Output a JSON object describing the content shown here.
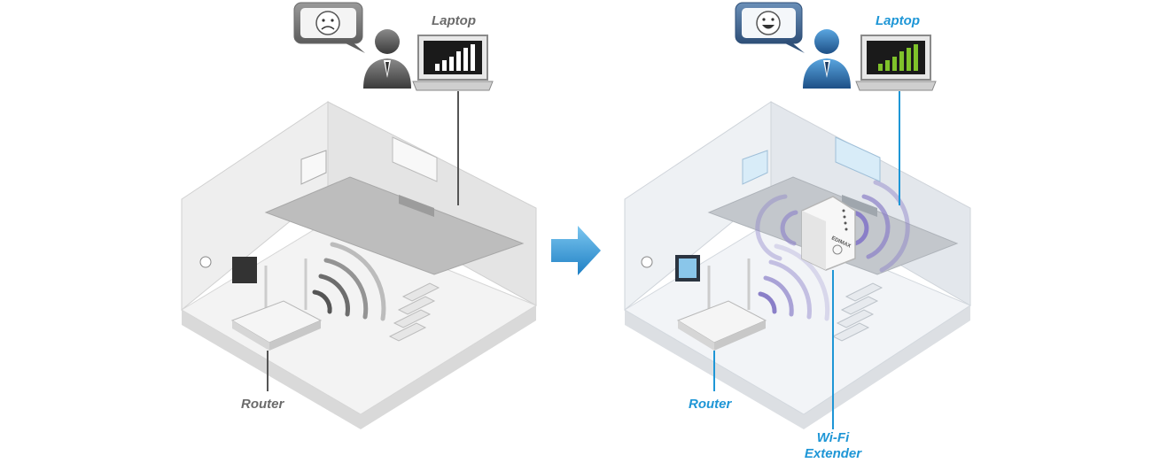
{
  "before": {
    "laptop_label": "Laptop",
    "router_label": "Router"
  },
  "after": {
    "laptop_label": "Laptop",
    "router_label": "Router",
    "extender_label_line1": "Wi-Fi",
    "extender_label_line2": "Extender",
    "extender_brand": "EDIMAX"
  },
  "colors": {
    "accent_blue": "#1e96d6",
    "label_gray": "#6b6b6b",
    "signal_gray": "#555555",
    "signal_purple": "#8a7fc8",
    "laptop_bar_green": "#7fc22a"
  }
}
